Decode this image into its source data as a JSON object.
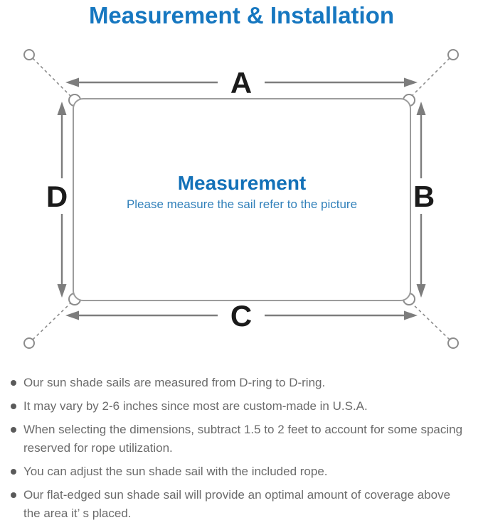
{
  "page": {
    "title": "Measurement & Installation"
  },
  "diagram": {
    "side_labels": {
      "top": "A",
      "right": "B",
      "bottom": "C",
      "left": "D"
    },
    "center": {
      "title": "Measurement",
      "subtitle": "Please measure the sail refer to the picture"
    }
  },
  "notes": {
    "items": [
      {
        "lines": [
          "Our sun shade sails are measured from D-ring to D-ring.",
          ""
        ]
      },
      {
        "lines": [
          "It may vary by 2-6 inches since most are custom-made in U.S.A.",
          ""
        ]
      },
      {
        "lines": [
          "When selecting the dimensions, subtract 1.5 to 2 feet to account for some spacing",
          "reserved for rope utilization."
        ]
      },
      {
        "lines": [
          "You can adjust the sun shade sail with the included rope.",
          ""
        ]
      },
      {
        "lines": [
          "Our flat-edged sun shade sail will provide an optimal amount of coverage above",
          "the area it’ s placed."
        ]
      }
    ]
  },
  "colors": {
    "title_blue": "#1677c0",
    "center_title_blue": "#1371b8",
    "center_subtitle_blue": "#3180ba",
    "diagram_line_gray": "#8c8c8c",
    "sail_stroke_gray": "#9c9c9c",
    "arrow_gray": "#7d7d7d",
    "side_label_black": "#1b1b1b",
    "note_text_gray": "#6b6b6b",
    "bullet_dot_gray": "#5a5a5a"
  }
}
